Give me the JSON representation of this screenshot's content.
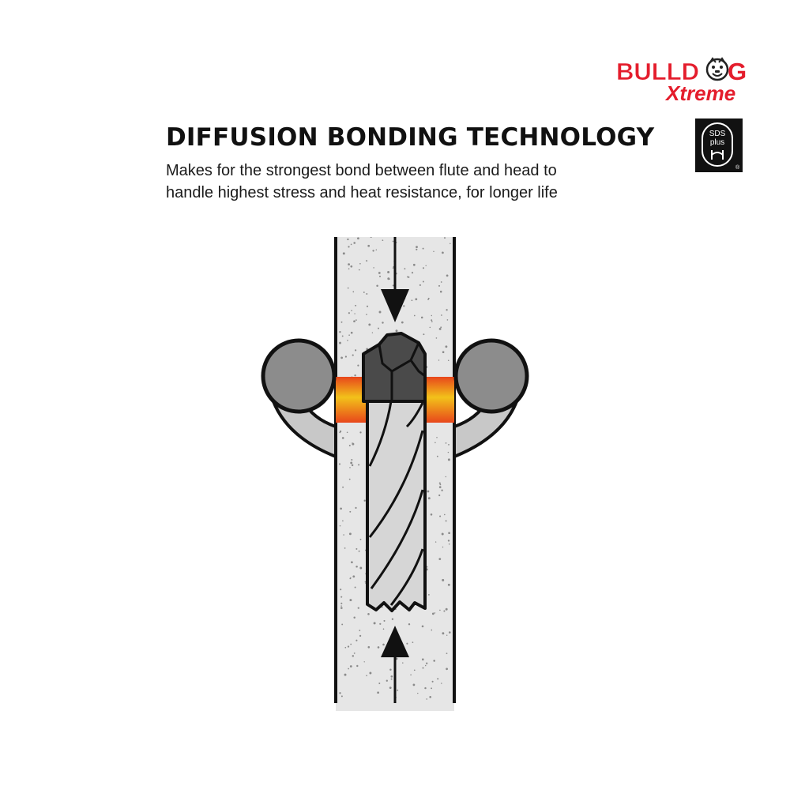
{
  "logo": {
    "brand_top": "BULLD",
    "brand_top_end": "G",
    "brand_bottom": "Xtreme",
    "brand_color": "#e41d2c",
    "icon": "bulldog-face-icon"
  },
  "badge": {
    "line1": "SDS",
    "line2": "plus",
    "registered": "®",
    "background": "#111111"
  },
  "heading": {
    "title": "DIFFUSION BONDING TECHNOLOGY",
    "description_line1": "Makes for the strongest bond between flute and head to",
    "description_line2": "handle highest stress and heat resistance, for longer life"
  },
  "illustration": {
    "icons": [
      "drill-bit-icon",
      "arrow-down-icon",
      "arrow-up-icon",
      "heat-coil-icon"
    ],
    "colors": {
      "rod": "#e6e6e6",
      "coil": "#8c8c8c",
      "heat_hot": "#e8461b",
      "heat_warm": "#f2c21a",
      "carbide_head": "#4a4a4a",
      "flute": "#d6d6d6"
    }
  }
}
